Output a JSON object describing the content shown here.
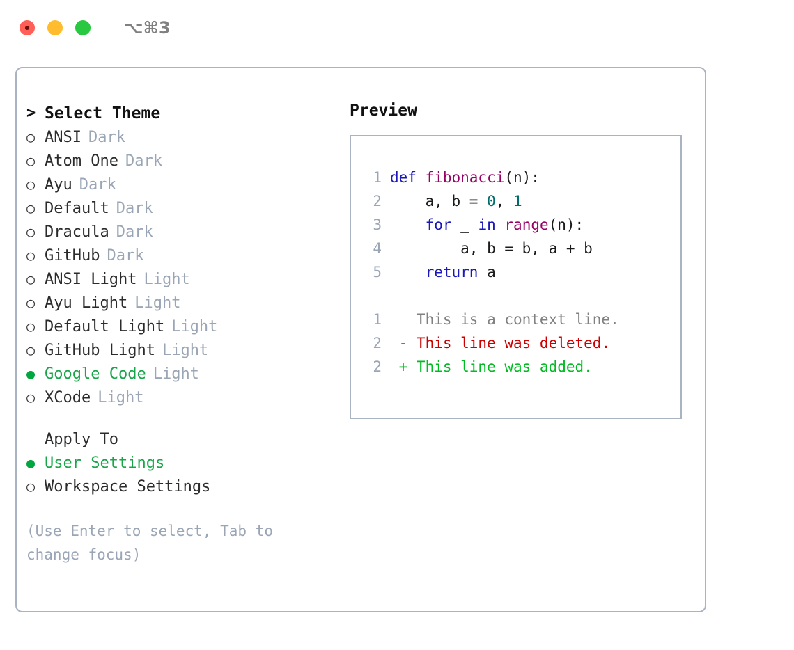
{
  "titlebar": {
    "shortcut": "⌥⌘3",
    "buttons": [
      "close",
      "minimize",
      "maximize"
    ]
  },
  "theme_picker": {
    "caret": ">",
    "heading": "Select Theme",
    "marker_selected": "●",
    "marker_unselected": "○",
    "items": [
      {
        "name": "ANSI",
        "tag": "Dark",
        "selected": false
      },
      {
        "name": "Atom One",
        "tag": "Dark",
        "selected": false
      },
      {
        "name": "Ayu",
        "tag": "Dark",
        "selected": false
      },
      {
        "name": "Default",
        "tag": "Dark",
        "selected": false
      },
      {
        "name": "Dracula",
        "tag": "Dark",
        "selected": false
      },
      {
        "name": "GitHub",
        "tag": "Dark",
        "selected": false
      },
      {
        "name": "ANSI Light",
        "tag": "Light",
        "selected": false
      },
      {
        "name": "Ayu Light",
        "tag": "Light",
        "selected": false
      },
      {
        "name": "Default Light",
        "tag": "Light",
        "selected": false
      },
      {
        "name": "GitHub Light",
        "tag": "Light",
        "selected": false
      },
      {
        "name": "Google Code",
        "tag": "Light",
        "selected": true
      },
      {
        "name": "XCode",
        "tag": "Light",
        "selected": false
      }
    ]
  },
  "apply_to": {
    "heading": "Apply To",
    "options": [
      {
        "label": "User Settings",
        "selected": true
      },
      {
        "label": "Workspace Settings",
        "selected": false
      }
    ]
  },
  "hint": {
    "text": "(Use Enter to select, Tab to change focus)"
  },
  "preview": {
    "title": "Preview",
    "code_lines": [
      {
        "no": "1",
        "segments": [
          {
            "t": "def ",
            "c": "kw"
          },
          {
            "t": "fibonacci",
            "c": "fn"
          },
          {
            "t": "(n):",
            "c": "plain"
          }
        ]
      },
      {
        "no": "2",
        "segments": [
          {
            "t": "    a, b = ",
            "c": "plain"
          },
          {
            "t": "0",
            "c": "num"
          },
          {
            "t": ", ",
            "c": "plain"
          },
          {
            "t": "1",
            "c": "num"
          }
        ]
      },
      {
        "no": "3",
        "segments": [
          {
            "t": "    ",
            "c": "plain"
          },
          {
            "t": "for",
            "c": "kw"
          },
          {
            "t": " _ ",
            "c": "plain"
          },
          {
            "t": "in",
            "c": "kw"
          },
          {
            "t": " ",
            "c": "plain"
          },
          {
            "t": "range",
            "c": "fn"
          },
          {
            "t": "(n):",
            "c": "plain"
          }
        ]
      },
      {
        "no": "4",
        "segments": [
          {
            "t": "        a, b = b, a + b",
            "c": "plain"
          }
        ]
      },
      {
        "no": "5",
        "segments": [
          {
            "t": "    ",
            "c": "plain"
          },
          {
            "t": "return",
            "c": "kw"
          },
          {
            "t": " a",
            "c": "plain"
          }
        ]
      }
    ],
    "diff_lines": [
      {
        "no": "1",
        "sign": " ",
        "text": "This is a context line.",
        "kind": "ctx"
      },
      {
        "no": "2",
        "sign": "-",
        "text": "This line was deleted.",
        "kind": "del"
      },
      {
        "no": "2",
        "sign": "+",
        "text": "This line was added.",
        "kind": "add"
      }
    ]
  },
  "colors": {
    "accent_green": "#19a64a",
    "border": "#a9b3c1",
    "muted": "#9aa5b5",
    "keyword": "#1a18b8",
    "function": "#990066",
    "number": "#006b6b",
    "diff_deleted": "#cc0000",
    "diff_added": "#00bb22",
    "close": "#ff5f57",
    "minimize": "#febc2e",
    "maximize": "#28c840"
  }
}
